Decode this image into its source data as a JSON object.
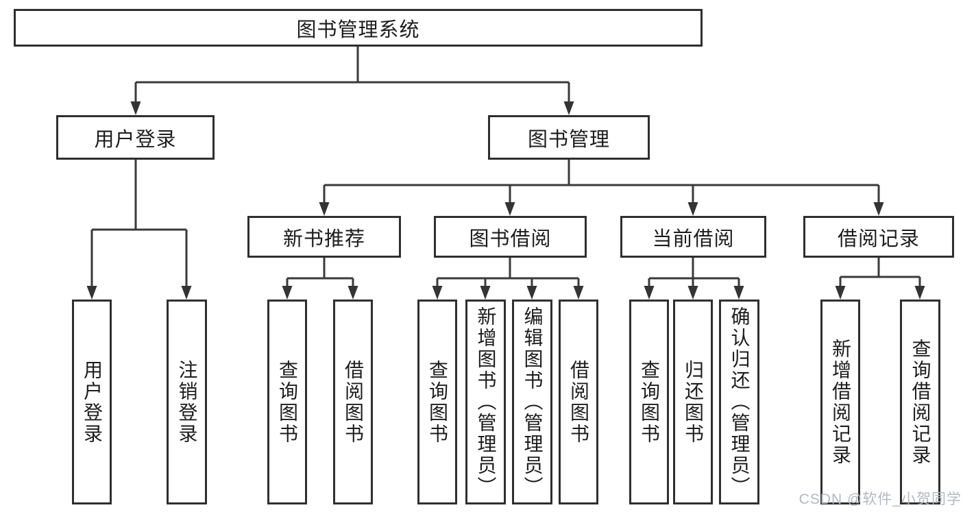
{
  "tree": {
    "root": {
      "label": "图书管理系统",
      "children": [
        {
          "label": "用户登录",
          "children": [
            {
              "label": "用户登录"
            },
            {
              "label": "注销登录"
            }
          ]
        },
        {
          "label": "图书管理",
          "children": [
            {
              "label": "新书推荐",
              "children": [
                {
                  "label": "查询图书"
                },
                {
                  "label": "借阅图书"
                }
              ]
            },
            {
              "label": "图书借阅",
              "children": [
                {
                  "label": "查询图书"
                },
                {
                  "label": "新增图书（管理员）"
                },
                {
                  "label": "编辑图书（管理员）"
                },
                {
                  "label": "借阅图书"
                }
              ]
            },
            {
              "label": "当前借阅",
              "children": [
                {
                  "label": "查询图书"
                },
                {
                  "label": "归还图书"
                },
                {
                  "label": "确认归还（管理员）"
                }
              ]
            },
            {
              "label": "借阅记录",
              "children": [
                {
                  "label": "新增借阅记录"
                },
                {
                  "label": "查询借阅记录"
                }
              ]
            }
          ]
        }
      ]
    }
  },
  "watermark": {
    "text": "CSDN @软件_小贺同学"
  },
  "colors": {
    "box_border": "#2f2f2f",
    "connector_line": "#3a3a3a",
    "text": "#1c1c1c",
    "watermark_text": "#b4b8bf",
    "background": "#ffffff"
  }
}
